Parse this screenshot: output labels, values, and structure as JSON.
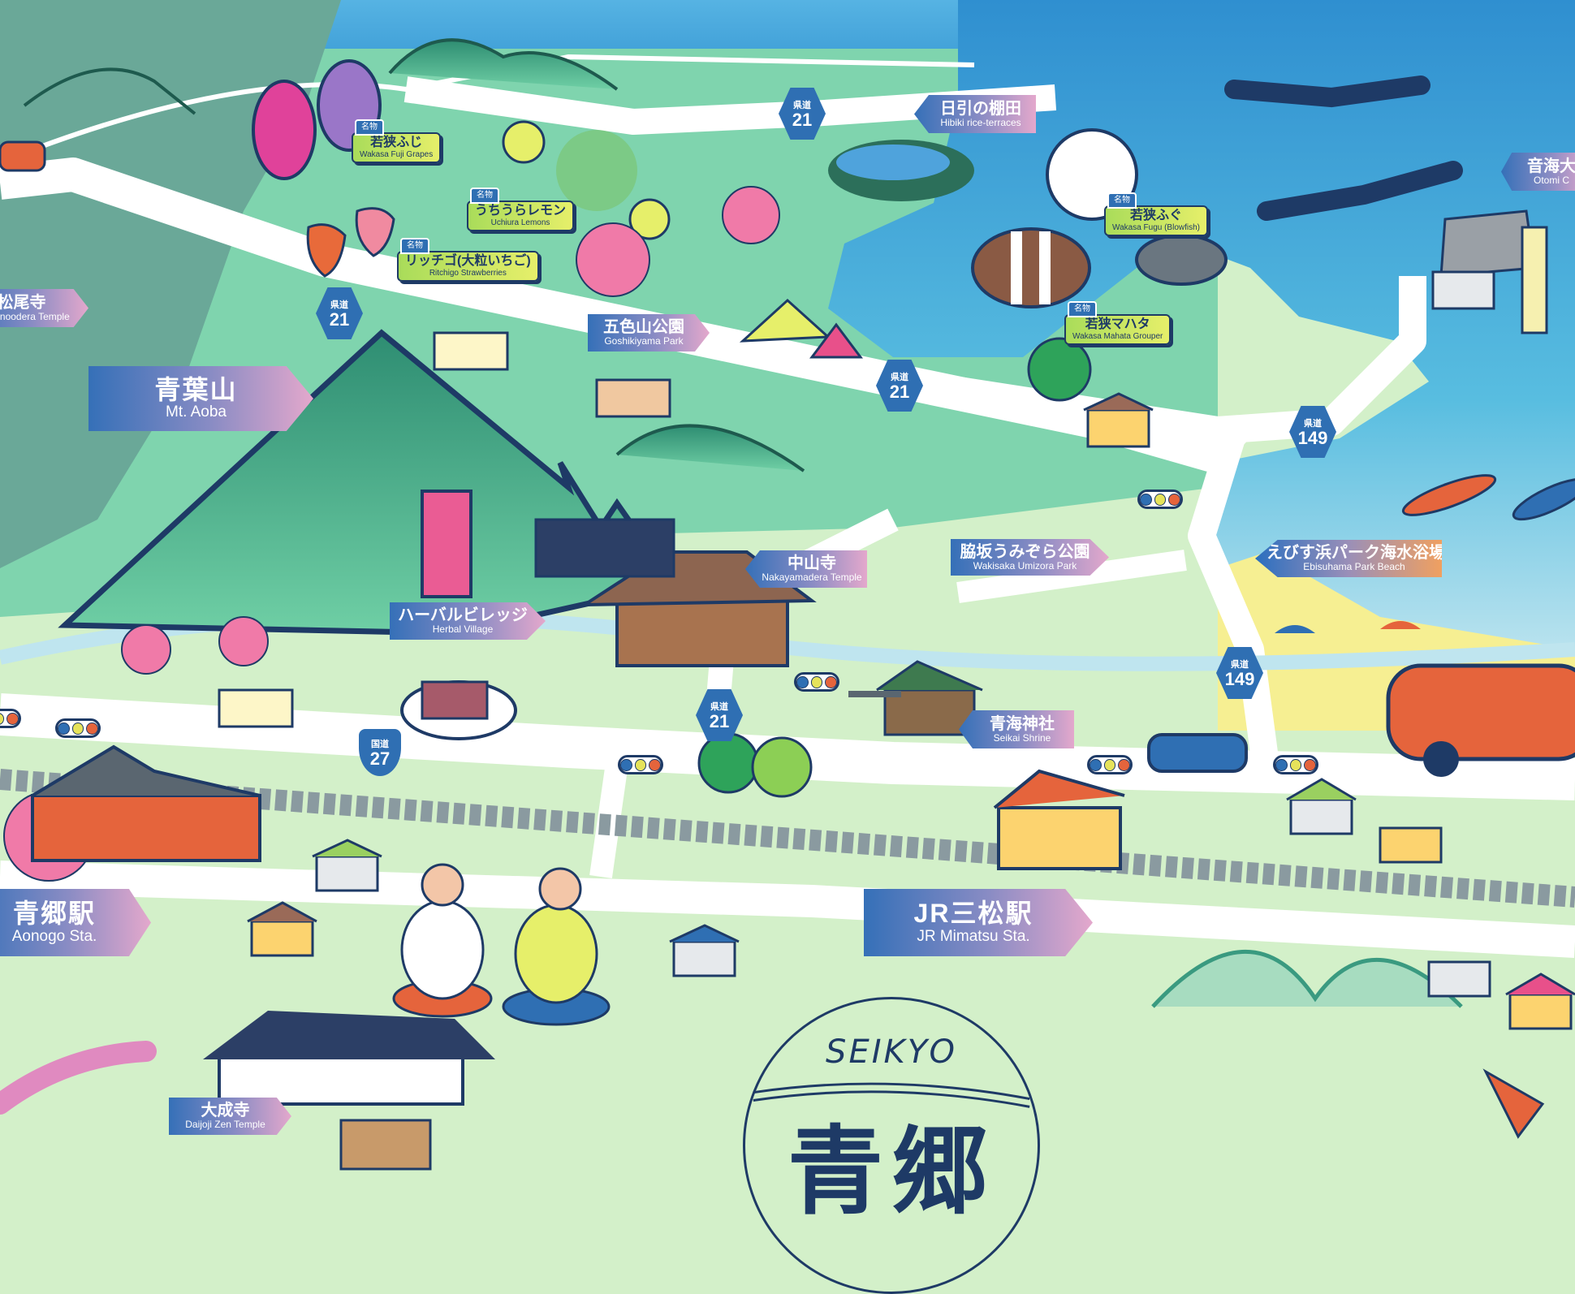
{
  "labels": [
    {
      "ja": "松尾寺",
      "en": "Matsunoodera Temple"
    },
    {
      "ja": "青葉山",
      "en": "Mt. Aoba"
    },
    {
      "ja": "日引の棚田",
      "en": "Hibiki rice-terraces"
    },
    {
      "ja": "五色山公園",
      "en": "Goshikiyama Park"
    },
    {
      "ja": "音海大",
      "en": "Otomi C"
    },
    {
      "ja": "えびす浜パーク海水浴場",
      "en": "Ebisuhama Park Beach"
    },
    {
      "ja": "脇坂うみぞら公園",
      "en": "Wakisaka Umizora Park"
    },
    {
      "ja": "中山寺",
      "en": "Nakayamadera Temple"
    },
    {
      "ja": "ハーバルビレッジ",
      "en": "Herbal Village"
    },
    {
      "ja": "青海神社",
      "en": "Seikai Shrine"
    },
    {
      "ja": "青郷駅",
      "en": "Aonogo Sta."
    },
    {
      "ja": "JR三松駅",
      "en": "JR Mimatsu Sta."
    },
    {
      "ja": "大成寺",
      "en": "Daijoji Zen Temple"
    }
  ],
  "specialties": {
    "tag": "名物",
    "items": [
      {
        "ja": "若狭ふじ",
        "en": "Wakasa Fuji Grapes"
      },
      {
        "ja": "うちうらレモン",
        "en": "Uchiura Lemons"
      },
      {
        "ja": "リッチゴ(大粒いちご)",
        "en": "Ritchigo Strawberries"
      },
      {
        "ja": "若狭ふぐ",
        "en": "Wakasa Fugu (Blowfish)"
      },
      {
        "ja": "若狭マハタ",
        "en": "Wakasa Mahata Grouper"
      }
    ]
  },
  "routes": {
    "prefectural": "県道",
    "national": "国道",
    "r21": "21",
    "r149": "149",
    "r27": "27"
  },
  "logo": {
    "en": "SEIKYO",
    "ja": "青郷"
  },
  "colors": {
    "navy": "#1e3a66",
    "route_blue": "#2f6fb3",
    "land_upper": "#7fd4ae",
    "land_lower": "#d3f0c9",
    "sea": "#3aa6d8",
    "signal": [
      "#2f6fb3",
      "#e6e35a",
      "#e5643c"
    ]
  }
}
